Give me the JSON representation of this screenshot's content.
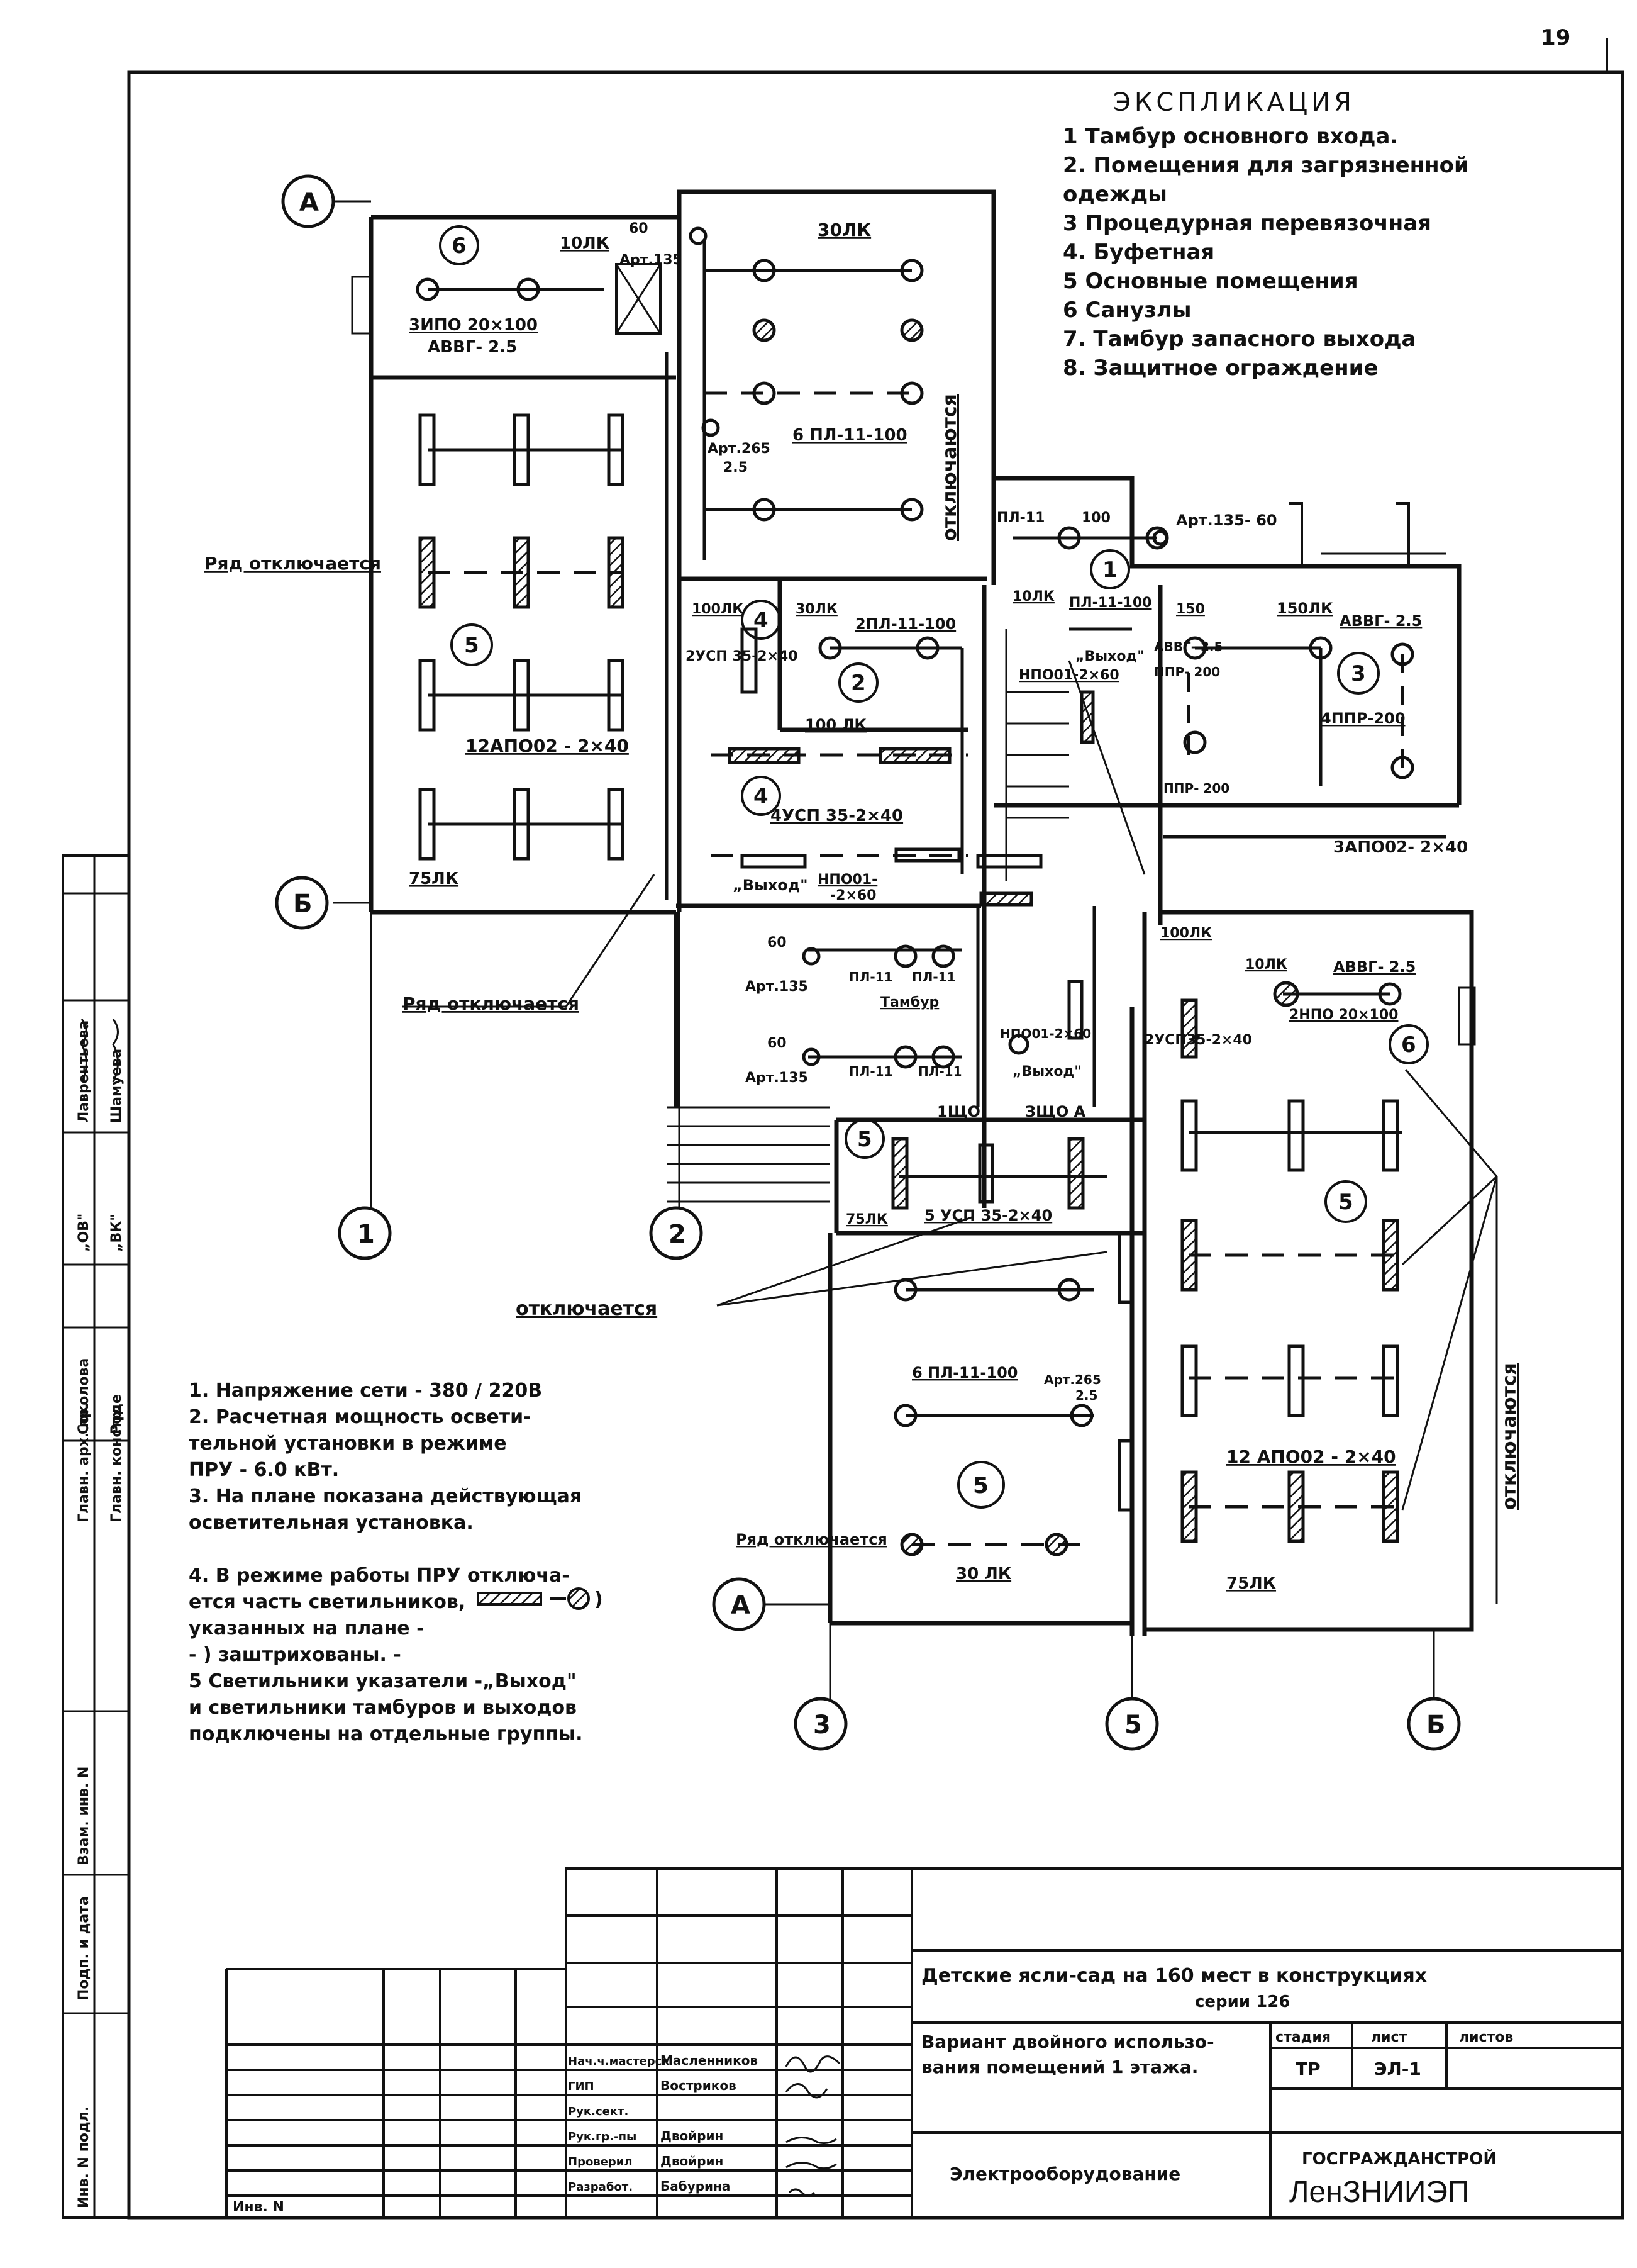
{
  "sheet_number": "19",
  "legend": {
    "title": "ЭКСПЛИКАЦИЯ",
    "items": [
      "1  Тамбур основного входа.",
      "2. Помещения для загрязненной",
      "    одежды",
      "3  Процедурная перевязочная",
      "4. Буфетная",
      "5  Основные помещения",
      "6  Санузлы",
      "7. Тамбур запасного выхода",
      "8. Защитное ограждение"
    ]
  },
  "notes": [
    "1. Напряжение сети - 380 / 220В",
    "2. Расчетная мощность освети-",
    "   тельной установки в режиме",
    "   ПРУ - 6.0 кВт.",
    "3. На плане показана действующая",
    "   осветительная установка.",
    "",
    "4. В режиме работы ПРУ отключа-",
    "   ется часть светильников,",
    "   указанных на плане -",
    "   - ) заштрихованы. -",
    "5 Светильники указатели -„Выход\"",
    "   и светильники тамбуров и выходов",
    "   подключены на отдельные группы."
  ],
  "axes": {
    "A_top": "А",
    "B_left": "Б",
    "A_bottom": "А",
    "c1": "1",
    "c2": "2",
    "c3": "3",
    "c5": "5",
    "c6": "Б"
  },
  "rooms": {
    "r1": "1",
    "r2": "2",
    "r3": "3",
    "r4a": "4",
    "r4b": "4",
    "r5a": "5",
    "r5b": "5",
    "r5c": "5",
    "r5d": "5",
    "r6a": "6",
    "r6b": "6"
  },
  "labels": {
    "lux10a": "10ЛК",
    "lux30a": "30ЛК",
    "art135a": "Арт.135",
    "zipo": "3ИПО 20×100",
    "avvg1": "АВВГ- 2.5",
    "pl11_100a": "6 ПЛ-11-100",
    "art265a": "Арт.265",
    "v25a": "2.5",
    "otkl_v1": "отключаются",
    "row_off1": "Ряд отключается",
    "row_off2": "Ряд отключается",
    "row_off3": "Ряд отключается",
    "lux100a": "100ЛК",
    "lux30b": "30ЛК",
    "pl2": "2ПЛ-11-100",
    "usp1": "2УСП 35-2×40",
    "lux100b": "100 ЛК",
    "apo1": "12АПО02 - 2×40",
    "usp2": "4УСП 35-2×40",
    "lux75a": "75ЛК",
    "vyhod1": "„Выход\"",
    "npo1": "НПО01-",
    "npo1b": "-2×60",
    "pl11top": "ПЛ-11",
    "art135top": "Арт.135- 60",
    "p100": "100",
    "lux10b": "10ЛК",
    "pl11_100b": "ПЛ-11-100",
    "vyhod2": "„Выход\"",
    "npo2": "НПО01-2×60",
    "lux150": "150",
    "lux150b": "150ЛК",
    "avvg2": "АВВГ- 2.5",
    "avvg3": "АВВГ- 2.5",
    "ppr1": "ППР- 200",
    "ppr2": "4ППР-200",
    "ppr3": "ППР- 200",
    "apo2": "3АПО02- 2×40",
    "lux100c": "100ЛК",
    "lux10c": "10ЛК",
    "avvg4": "АВВГ- 2.5",
    "npo3": "2НПО 20×100",
    "usp3": "2УСП35-2×40",
    "tambur": "Тамбур",
    "pl11a": "ПЛ-11",
    "pl11b": "ПЛ-11",
    "pl11c": "ПЛ-11",
    "pl11d": "ПЛ-11",
    "art135b": "Арт.135",
    "art135c": "Арт.135",
    "v60a": "60",
    "v60b": "60",
    "vyhod3": "„Выход\"",
    "npo4": "НПО01-2×60",
    "shchzo": "1ЩО",
    "shcho": "ЗЩО А",
    "lux75b": "75ЛК",
    "usp4": "5 УСП 35-2×40",
    "otkl": "отключается",
    "pl11_100c": "6 ПЛ-11-100",
    "art265b": "Арт.265",
    "v25b": "2.5",
    "apo3": "12 АПО02 - 2×40",
    "lux30c": "30 ЛК",
    "lux75c": "75ЛК",
    "otkl_v2": "отключаются"
  },
  "title_block": {
    "project": "Детские ясли-сад на 160 мест в конструкциях",
    "series": "серии 126",
    "variant_1": "Вариант двойного использо-",
    "variant_2": "вания помещений 1 этажа.",
    "subject": "Электрооборудование",
    "stage_h": "стадия",
    "sheet_h": "лист",
    "sheets_h": "листов",
    "stage": "ТР",
    "sheet": "ЭЛ-1",
    "org_1": "ГОСГРАЖДАНСТРОЙ",
    "org_2": "ЛенЗНИИЭП",
    "inv": "Инв. N",
    "roles": [
      {
        "role": "Нач.ч.мастерск",
        "name": "Масленников"
      },
      {
        "role": "ГИП",
        "name": "Востриков"
      },
      {
        "role": "Рук.сект.",
        "name": ""
      },
      {
        "role": "Рук.гр.-пы",
        "name": "Двойрин"
      },
      {
        "role": "Проверил",
        "name": "Двойрин"
      },
      {
        "role": "Разработ.",
        "name": "Бабурина"
      }
    ]
  },
  "side_stamp": {
    "cells": [
      "Инв. N подл.",
      "Подп. и дата",
      "Взам. инв. N",
      "Главн. арх. пр.",
      "Главн. констр.",
      "Соколова",
      "Роде",
      "„ОВ\"",
      "„ВК\"",
      "Лаврентьева",
      "Шамуева"
    ]
  }
}
